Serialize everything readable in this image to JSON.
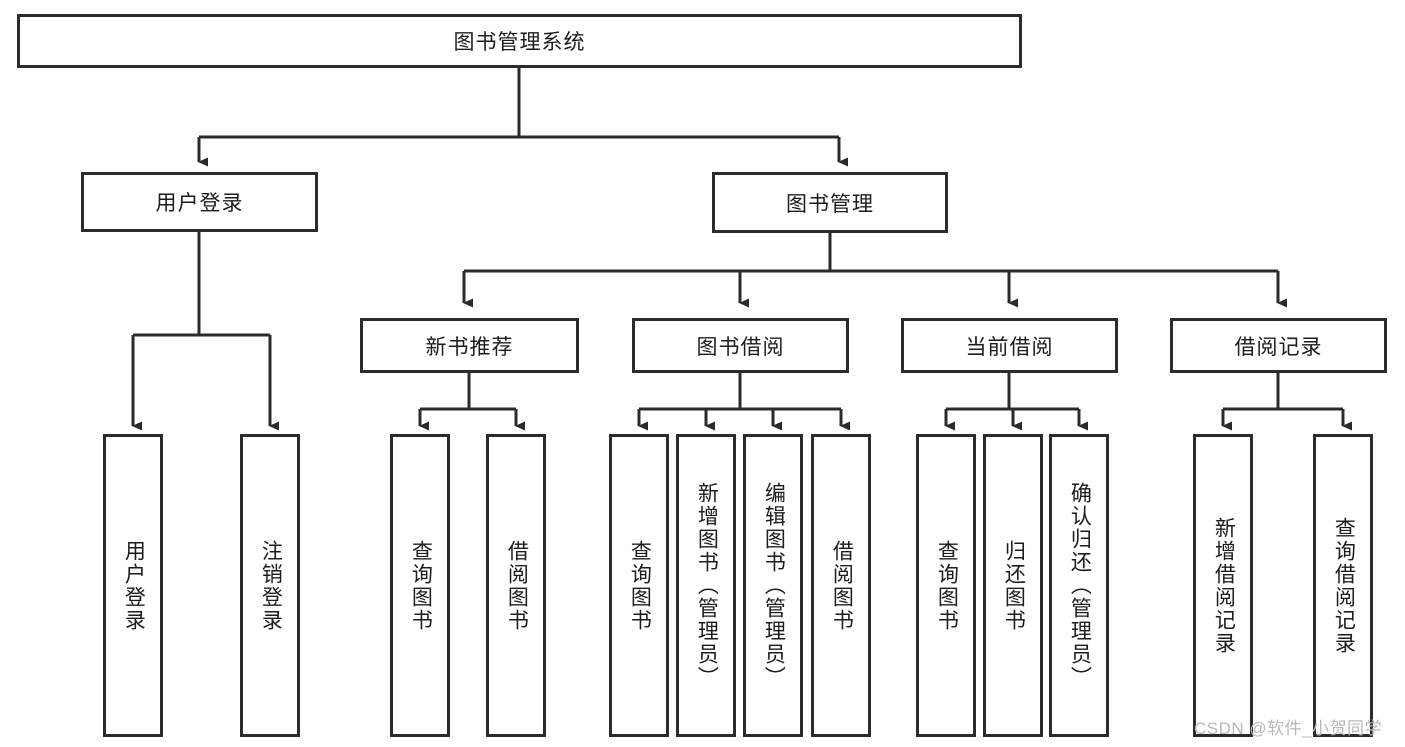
{
  "diagram": {
    "type": "tree-hierarchy",
    "title": "图书管理系统",
    "root": {
      "label": "图书管理系统"
    },
    "level1": [
      {
        "label": "用户登录"
      },
      {
        "label": "图书管理"
      }
    ],
    "level2": [
      {
        "label": "新书推荐",
        "parent": "图书管理"
      },
      {
        "label": "图书借阅",
        "parent": "图书管理"
      },
      {
        "label": "当前借阅",
        "parent": "图书管理"
      },
      {
        "label": "借阅记录",
        "parent": "图书管理"
      }
    ],
    "leaves": {
      "user_login": [
        {
          "label": "用户登录"
        },
        {
          "label": "注销登录"
        }
      ],
      "new_book_recommend": [
        {
          "label": "查询图书"
        },
        {
          "label": "借阅图书"
        }
      ],
      "book_borrow": [
        {
          "label": "查询图书"
        },
        {
          "label": "新增图书（管理员）"
        },
        {
          "label": "编辑图书（管理员）"
        },
        {
          "label": "借阅图书"
        }
      ],
      "current_borrow": [
        {
          "label": "查询图书"
        },
        {
          "label": "归还图书"
        },
        {
          "label": "确认归还（管理员）"
        }
      ],
      "borrow_record": [
        {
          "label": "新增借阅记录"
        },
        {
          "label": "查询借阅记录"
        }
      ]
    },
    "watermark": "CSDN @软件_小贺同学",
    "colors": {
      "stroke": "#2b2b2b",
      "fill": "#ffffff",
      "text": "#1c1c1c",
      "watermark": "#b9b9b9"
    }
  }
}
